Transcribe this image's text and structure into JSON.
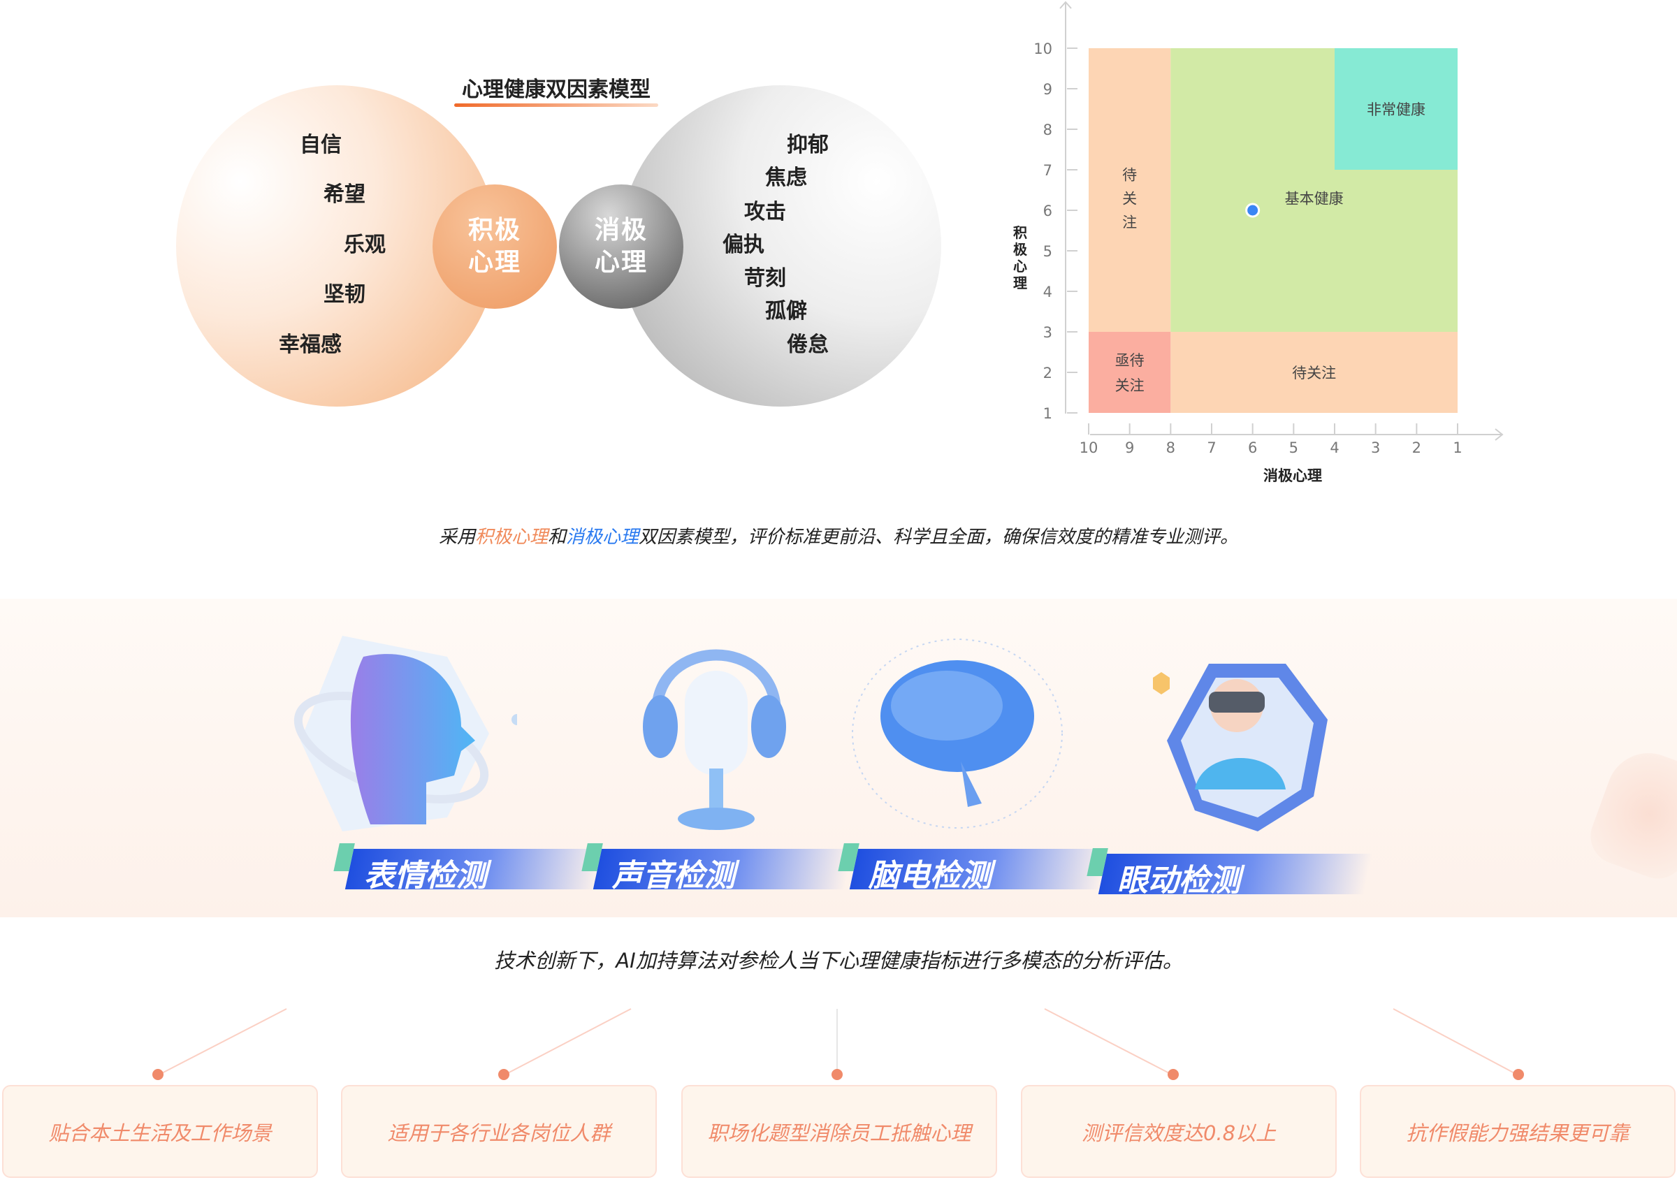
{
  "model": {
    "title": "心理健康双因素模型",
    "positive_label": "积极\n心理",
    "negative_label": "消极\n心理",
    "positive_traits": [
      "自信",
      "希望",
      "乐观",
      "坚韧",
      "幸福感"
    ],
    "negative_traits": [
      "抑郁",
      "焦虑",
      "攻击",
      "偏执",
      "苛刻",
      "孤僻",
      "倦怠"
    ]
  },
  "chart_data": {
    "type": "scatter",
    "xlabel": "消极心理",
    "ylabel": "积极心理",
    "xlim": [
      10,
      1
    ],
    "ylim": [
      1,
      10
    ],
    "x_ticks": [
      "10",
      "9",
      "8",
      "7",
      "6",
      "5",
      "4",
      "3",
      "2",
      "1"
    ],
    "y_ticks": [
      "10",
      "9",
      "8",
      "7",
      "6",
      "5",
      "4",
      "3",
      "2",
      "1"
    ],
    "regions": [
      {
        "label": "待\n关\n注",
        "x": [
          10,
          8
        ],
        "y": [
          3,
          10
        ],
        "color": "#fdd5b4"
      },
      {
        "label": "亟待\n关注",
        "x": [
          10,
          8
        ],
        "y": [
          1,
          3
        ],
        "color": "#fbaea0"
      },
      {
        "label": "待关注",
        "x": [
          8,
          1
        ],
        "y": [
          1,
          3
        ],
        "color": "#fdd5b4"
      },
      {
        "label": "基本健康",
        "x": [
          8,
          1
        ],
        "y": [
          3,
          10
        ],
        "color": "#d2eaa6"
      },
      {
        "label": "非常健康",
        "x": [
          4,
          1
        ],
        "y": [
          7,
          10
        ],
        "color": "#86ead4"
      }
    ],
    "points": [
      {
        "x": 6,
        "y": 6,
        "color": "#3a86f5"
      }
    ]
  },
  "caption1": {
    "pre": "采用",
    "pos": "积极心理",
    "mid": "和",
    "neg": "消极心理",
    "post": "双因素模型，评价标准更前沿、科学且全面，确保信效度的精准专业测评。"
  },
  "detections": [
    "表情检测",
    "声音检测",
    "脑电检测",
    "眼动检测"
  ],
  "caption2": "技术创新下，AI加持算法对参检人当下心理健康指标进行多模态的分析评估。",
  "features": [
    "贴合本土生活及工作场景",
    "适用于各行业各岗位人群",
    "职场化题型消除员工抵触心理",
    "测评信效度达0.8以上",
    "抗作假能力强结果更可靠"
  ]
}
